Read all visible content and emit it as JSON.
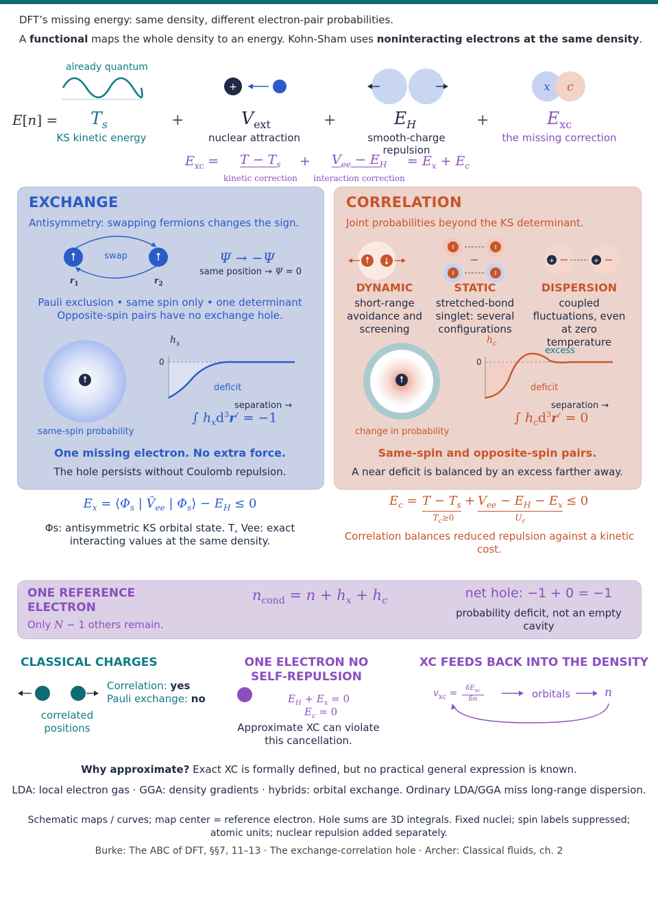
{
  "header": {
    "title": "DFT’s missing energy: same density, different electron-pair probabilities.",
    "intro_1": "A ",
    "intro_bold_1": "functional",
    "intro_2": " maps the whole density to an energy. Kohn-Sham uses ",
    "intro_bold_2": "noninteracting electrons at the same density",
    "intro_3": "."
  },
  "equation": {
    "lhs": "E[n] =",
    "plus": "+",
    "terms": [
      {
        "symbol": "Ts",
        "caption": "KS kinetic energy",
        "note": "already quantum"
      },
      {
        "symbol": "Vext",
        "caption": "nuclear attraction"
      },
      {
        "symbol": "EH",
        "caption": "smooth-charge repulsion"
      },
      {
        "symbol": "Exc",
        "caption": "the missing correction"
      }
    ],
    "exc_x": "x",
    "exc_c": "c",
    "decomp_lhs": "Exc =",
    "decomp_t1": "T − Ts",
    "decomp_t1_label": "kinetic correction",
    "decomp_t2": "Vee − EH",
    "decomp_t2_label": "interaction correction",
    "decomp_rhs": "= Ex + Ec",
    "decomp_plus": "+"
  },
  "exchange": {
    "title": "EXCHANGE",
    "subtitle": "Antisymmetry: swapping fermions changes the sign.",
    "swap_label": "swap",
    "r1": "r1",
    "r2": "r2",
    "psi_eq": "Ψ → −Ψ",
    "same_pos": "same position → Ψ = 0",
    "line1": "Pauli exclusion • same spin only • one determinant",
    "line2": "Opposite-spin pairs have no exchange hole.",
    "map_label": "same-spin probability",
    "y_label": "hx",
    "zero": "0",
    "deficit": "deficit",
    "sep": "separation →",
    "integral": "∫ hx d³r′ = −1",
    "bold_line": "One missing electron. No extra force.",
    "plain_line": "The hole persists without Coulomb repulsion.",
    "formula": "Ex = ⟨Φs | V̂ee | Φs⟩ − EH ≤ 0",
    "note": "Φs: antisymmetric KS orbital state. T, Vee: exact interacting values at the same density."
  },
  "correlation": {
    "title": "CORRELATION",
    "subtitle": "Joint probabilities beyond the KS determinant.",
    "kinds": [
      {
        "name": "DYNAMIC",
        "desc": "short-range avoidance and screening"
      },
      {
        "name": "STATIC",
        "desc": "stretched-bond singlet: several configurations"
      },
      {
        "name": "DISPERSION",
        "desc": "coupled fluctuations, even at zero temperature"
      }
    ],
    "map_label": "change in probability",
    "y_label": "hc",
    "zero": "0",
    "excess": "excess",
    "deficit": "deficit",
    "sep": "separation →",
    "integral": "∫ hc d³r′ = 0",
    "bold_line": "Same-spin and opposite-spin pairs.",
    "plain_line": "A near deficit is balanced by an excess farther away.",
    "formula_lhs": "Ec =",
    "formula_t1": "T − Ts",
    "formula_t1_under": "Tc≥0",
    "formula_plus": "+",
    "formula_t2": "Vee − EH − Ex",
    "formula_t2_under": "Uc",
    "formula_rhs": "≤ 0",
    "note": "Correlation balances reduced repulsion against a kinetic cost."
  },
  "reference": {
    "title": "ONE REFERENCE ELECTRON",
    "sub": "Only N − 1 others remain.",
    "formula": "ncond = n + hx + hc",
    "net": "net hole: −1 + 0 = −1",
    "net_note": "probability deficit, not an empty cavity"
  },
  "classical": {
    "title": "CLASSICAL CHARGES",
    "corr_label": "Correlation: ",
    "corr_val": "yes",
    "pauli_label": "Pauli exchange: ",
    "pauli_val": "no",
    "caption": "correlated positions"
  },
  "one_electron": {
    "title": "ONE ELECTRON NO SELF-REPULSION",
    "eq1": "EH + Ex = 0",
    "eq2": "Ec = 0",
    "note": "Approximate XC can violate this cancellation."
  },
  "feedback": {
    "title": "XC FEEDS BACK INTO THE DENSITY",
    "vxc": "vxc =",
    "deriv_num": "δExc",
    "deriv_den": "δn",
    "orbitals": "orbitals",
    "n": "n"
  },
  "footer": {
    "why_bold": "Why approximate?",
    "why_rest": " Exact XC is formally defined, but no practical general expression is known.",
    "approx": "LDA: local electron gas · GGA: density gradients · hybrids: orbital exchange. Ordinary LDA/GGA miss long-range dispersion.",
    "schematic": "Schematic maps / curves; map center = reference electron. Hole sums are 3D integrals. Fixed nuclei; spin labels suppressed; atomic units; nuclear repulsion added separately.",
    "refs": "Burke: The ABC of DFT, §§7, 11–13 · The exchange-correlation hole · Archer: Classical fluids, ch. 2"
  },
  "colors": {
    "teal": "#0e7c86",
    "blue": "#2a5bc7",
    "orange": "#c8552a",
    "purple": "#8a4fbf",
    "navy": "#1f2a44"
  }
}
